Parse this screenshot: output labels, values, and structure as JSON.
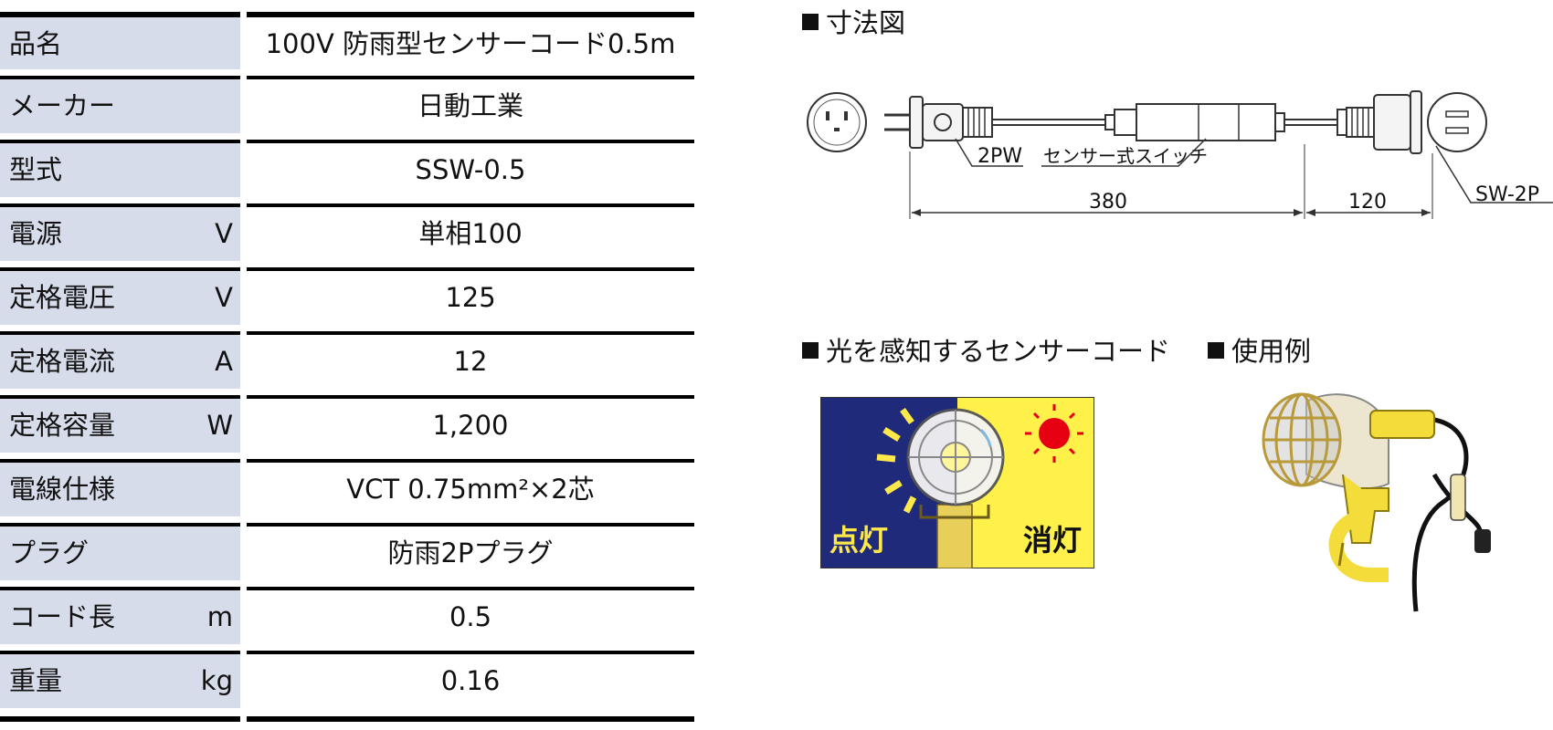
{
  "spec_table": {
    "rows": [
      {
        "label": "品名",
        "unit": "",
        "value": "100V 防雨型センサーコード0.5m"
      },
      {
        "label": "メーカー",
        "unit": "",
        "value": "日動工業"
      },
      {
        "label": "型式",
        "unit": "",
        "value": "SSW-0.5"
      },
      {
        "label": "電源",
        "unit": "V",
        "value": "単相100"
      },
      {
        "label": "定格電圧",
        "unit": "V",
        "value": "125"
      },
      {
        "label": "定格電流",
        "unit": "A",
        "value": "12"
      },
      {
        "label": "定格容量",
        "unit": "W",
        "value": "1,200"
      },
      {
        "label": "電線仕様",
        "unit": "",
        "value": "VCT 0.75mm²×2芯"
      },
      {
        "label": "プラグ",
        "unit": "",
        "value": "防雨2Pプラグ"
      },
      {
        "label": "コード長",
        "unit": "m",
        "value": "0.5"
      },
      {
        "label": "重量",
        "unit": "kg",
        "value": "0.16"
      }
    ]
  },
  "dimensions": {
    "heading": "寸法図",
    "plug_label": "2PW",
    "switch_label": "センサー式スイッチ",
    "socket_label": "SW-2P",
    "length_main": "380",
    "length_end": "120"
  },
  "sensor_section": {
    "heading": "光を感知するセンサーコード",
    "on_label": "点灯",
    "off_label": "消灯",
    "colors": {
      "night": "#1f2a7a",
      "day": "#fff04a",
      "sun": "#e60012",
      "moon": "#ffe94a"
    }
  },
  "usage_section": {
    "heading": "使用例"
  }
}
